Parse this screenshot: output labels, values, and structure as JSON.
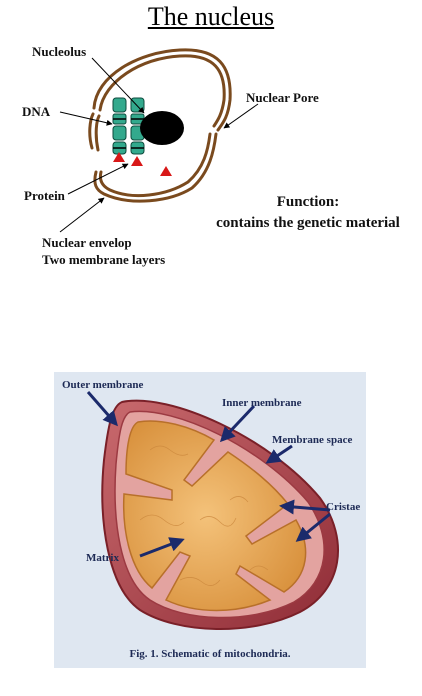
{
  "nucleus": {
    "title": "The nucleus",
    "labels": {
      "nucleolus": "Nucleolus",
      "dna": "DNA",
      "nuclear_pore": "Nuclear Pore",
      "protein": "Protein",
      "envelope_line1": "Nuclear envelop",
      "envelope_line2": "Two membrane layers"
    },
    "function_title": "Function:",
    "function_text": "contains the genetic material",
    "colors": {
      "envelope": "#7a4a1e",
      "dna": "#33a98d",
      "protein": "#d81818",
      "nucleolus": "#000000"
    }
  },
  "mitochondria": {
    "labels": {
      "outer_membrane": "Outer membrane",
      "inner_membrane": "Inner membrane",
      "membrane_space": "Membrane space",
      "cristae": "Cristae",
      "matrix": "Matrix"
    },
    "caption": "Fig. 1. Schematic of mitochondria.",
    "colors": {
      "background": "#dfe7f1",
      "outer": "#a8424a",
      "matrix": "#e7ad5c",
      "arrow": "#1b2a6b"
    }
  }
}
